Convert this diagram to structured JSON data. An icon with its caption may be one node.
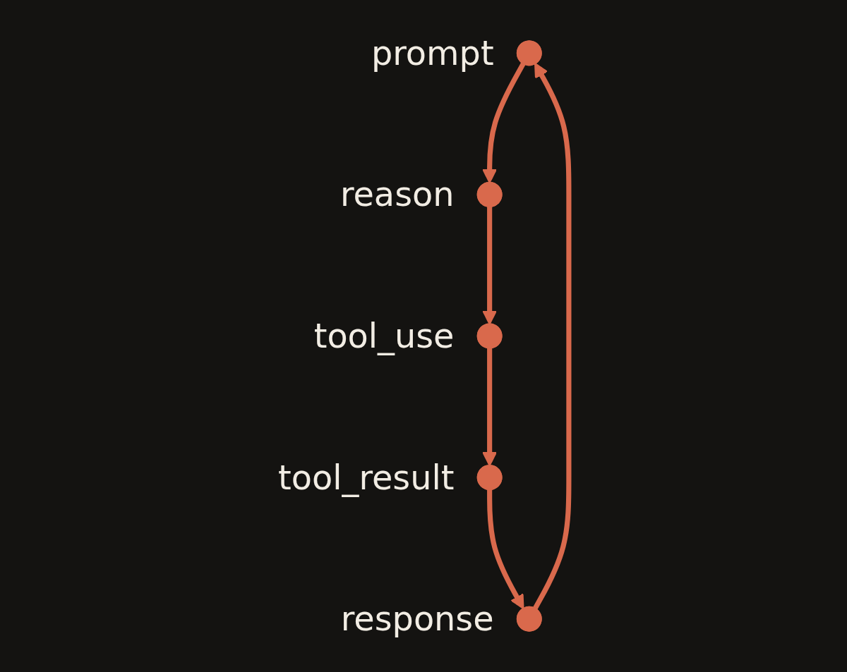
{
  "diagram": {
    "nodes": [
      {
        "text": [],
        "shape": "circle",
        "beside": [
          "prompt"
        ]
      },
      {
        "text": [],
        "shape": "circle",
        "beside": [
          "reason"
        ]
      },
      {
        "text": [],
        "shape": "circle",
        "beside": [
          "tool_use"
        ]
      },
      {
        "text": [],
        "shape": "circle",
        "beside": [
          "tool_result"
        ]
      },
      {
        "text": [],
        "shape": "circle",
        "beside": [
          "response"
        ]
      }
    ],
    "edges": [
      {
        "from": 0,
        "to": 1,
        "arrow": "to"
      },
      {
        "from": 1,
        "to": 2,
        "arrow": "to"
      },
      {
        "from": 2,
        "to": 3,
        "arrow": "to"
      },
      {
        "from": 3,
        "to": 4,
        "arrow": "to"
      },
      {
        "from": 4,
        "to": 0,
        "arrow": "to"
      }
    ]
  }
}
